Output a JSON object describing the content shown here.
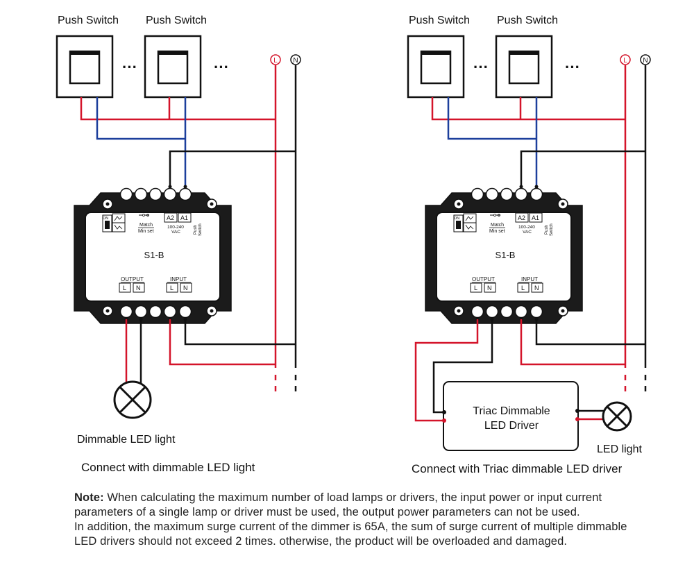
{
  "switch_label": "Push Switch",
  "ellipsis": "···",
  "live_symbol": "L",
  "neutral_symbol": "N",
  "device": {
    "model": "S1-B",
    "match_label": "Match",
    "min_set_label": "Min set",
    "on_label": "ON",
    "a2_label": "A2",
    "a1_label": "A1",
    "voltage_label": "100-240",
    "vac_label": "VAC",
    "push_label": "Push",
    "switch_word": "Switch",
    "output_label": "OUTPUT",
    "input_label": "INPUT",
    "l_label": "L",
    "n_label": "N"
  },
  "left": {
    "load_label": "Dimmable LED light",
    "caption": "Connect with dimmable LED light"
  },
  "right": {
    "driver_line1": "Triac Dimmable",
    "driver_line2": "LED Driver",
    "load_label": "LED light",
    "caption": "Connect with Triac dimmable LED driver"
  },
  "note": {
    "key": "Note:",
    "line1": " When calculating the maximum number of load lamps or drivers, the input power or input current",
    "line2": "parameters of a single lamp or driver must be used, the output power parameters can not be used.",
    "line3": "In addition, the maximum surge current of the dimmer is 65A, the sum of surge current of multiple dimmable",
    "line4": "LED drivers should not exceed 2 times. otherwise, the product will be overloaded and damaged."
  },
  "colors": {
    "live_wire": "#d4142a",
    "neutral_wire": "#111111",
    "signal_wire": "#1c3f9c"
  }
}
